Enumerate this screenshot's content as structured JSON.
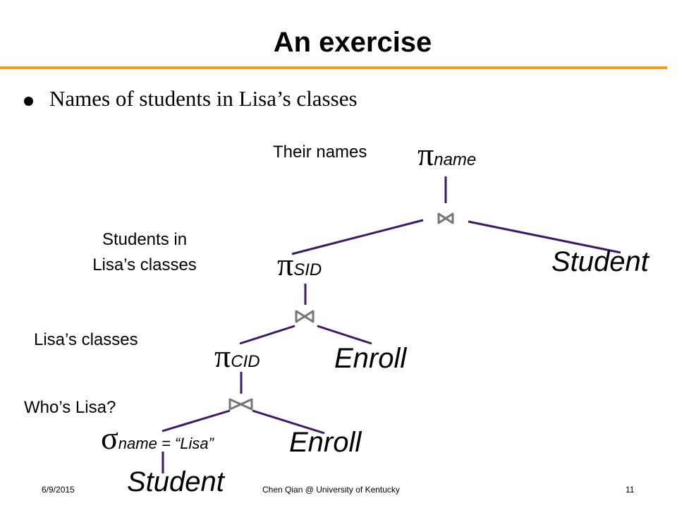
{
  "slide": {
    "title": "An exercise",
    "bullet": "Names of students in Lisa’s classes"
  },
  "annotations": {
    "their_names": "Their names",
    "students_in_line1": "Students in",
    "students_in_line2": "Lisa’s classes",
    "lisas_classes": "Lisa’s classes",
    "whos_lisa": "Who’s Lisa?"
  },
  "tree": {
    "pi_symbol": "π",
    "sigma_symbol": "σ",
    "pi_name_sub": "name",
    "pi_sid_sub": "SID",
    "pi_cid_sub": "CID",
    "sigma_sub": "name = “Lisa”",
    "relation_student": "Student",
    "relation_enroll": "Enroll",
    "join_symbol": "bowtie-icon"
  },
  "colors": {
    "rule": "#e8a317",
    "edges": "#3b1a66",
    "join_icon": "#777777"
  },
  "footer": {
    "date": "6/9/2015",
    "author": "Chen Qian @ University of Kentucky",
    "page": "11"
  }
}
